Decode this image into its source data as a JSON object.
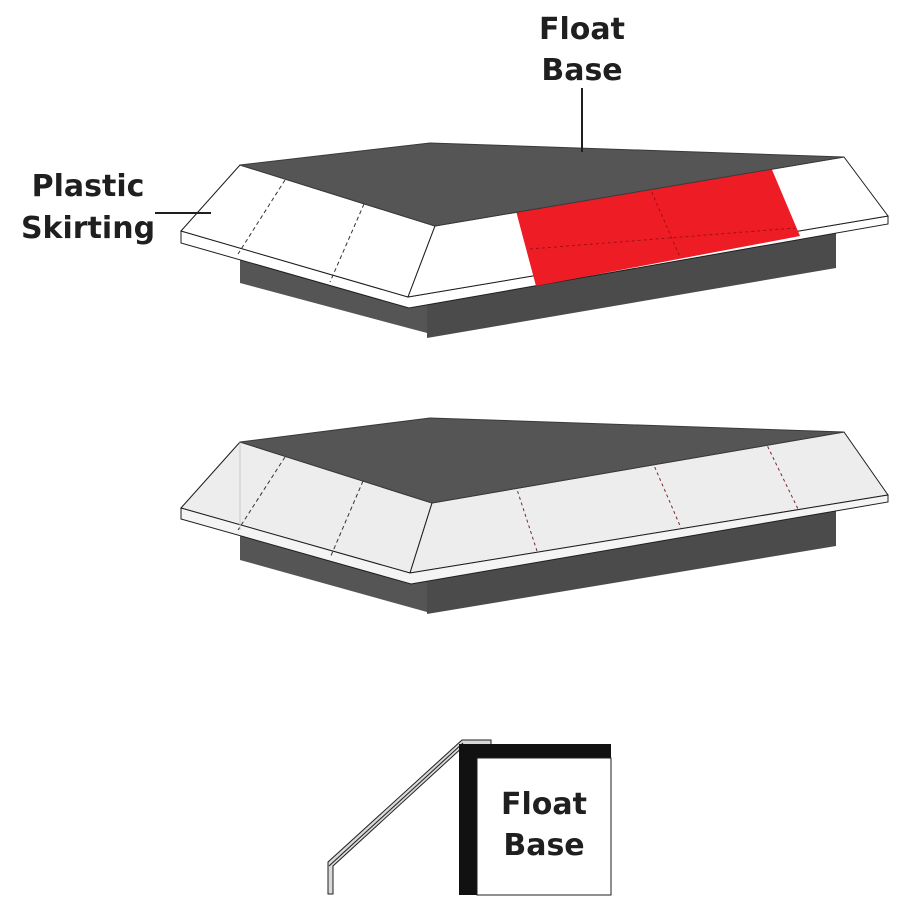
{
  "labels": {
    "float_base_top_line1": "Float",
    "float_base_top_line2": "Base",
    "plastic_skirting_line1": "Plastic",
    "plastic_skirting_line2": "Skirting",
    "float_base_section_line1": "Float",
    "float_base_section_line2": "Base"
  },
  "colors": {
    "dark_gray": "#555555",
    "accent_red": "#ee1c25",
    "skirting_fill": "#ffffff",
    "translucent_fill": "#eaeaea",
    "outline": "#1f1f1f"
  }
}
